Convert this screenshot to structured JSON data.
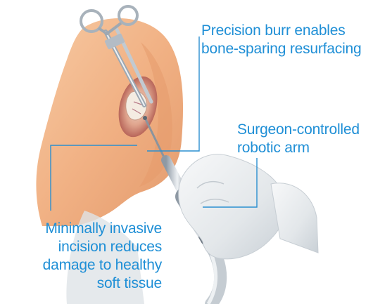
{
  "callouts": {
    "burr": {
      "line1": "Precision burr enables",
      "line2": "bone-sparing resurfacing"
    },
    "arm": {
      "line1": "Surgeon-controlled",
      "line2": "robotic arm"
    },
    "incision": {
      "line1": "Minimally invasive",
      "line2": "incision reduces",
      "line3": "damage to healthy",
      "line4": "soft tissue"
    }
  },
  "colors": {
    "callout_text": "#1f8fd6",
    "leader_line": "#2a8fd0",
    "skin": "#f2b98e",
    "glove": "#e9ecef",
    "instrument": "#b8c2cc"
  },
  "icons": {
    "illustration": "surgical-knee-procedure-illustration"
  }
}
